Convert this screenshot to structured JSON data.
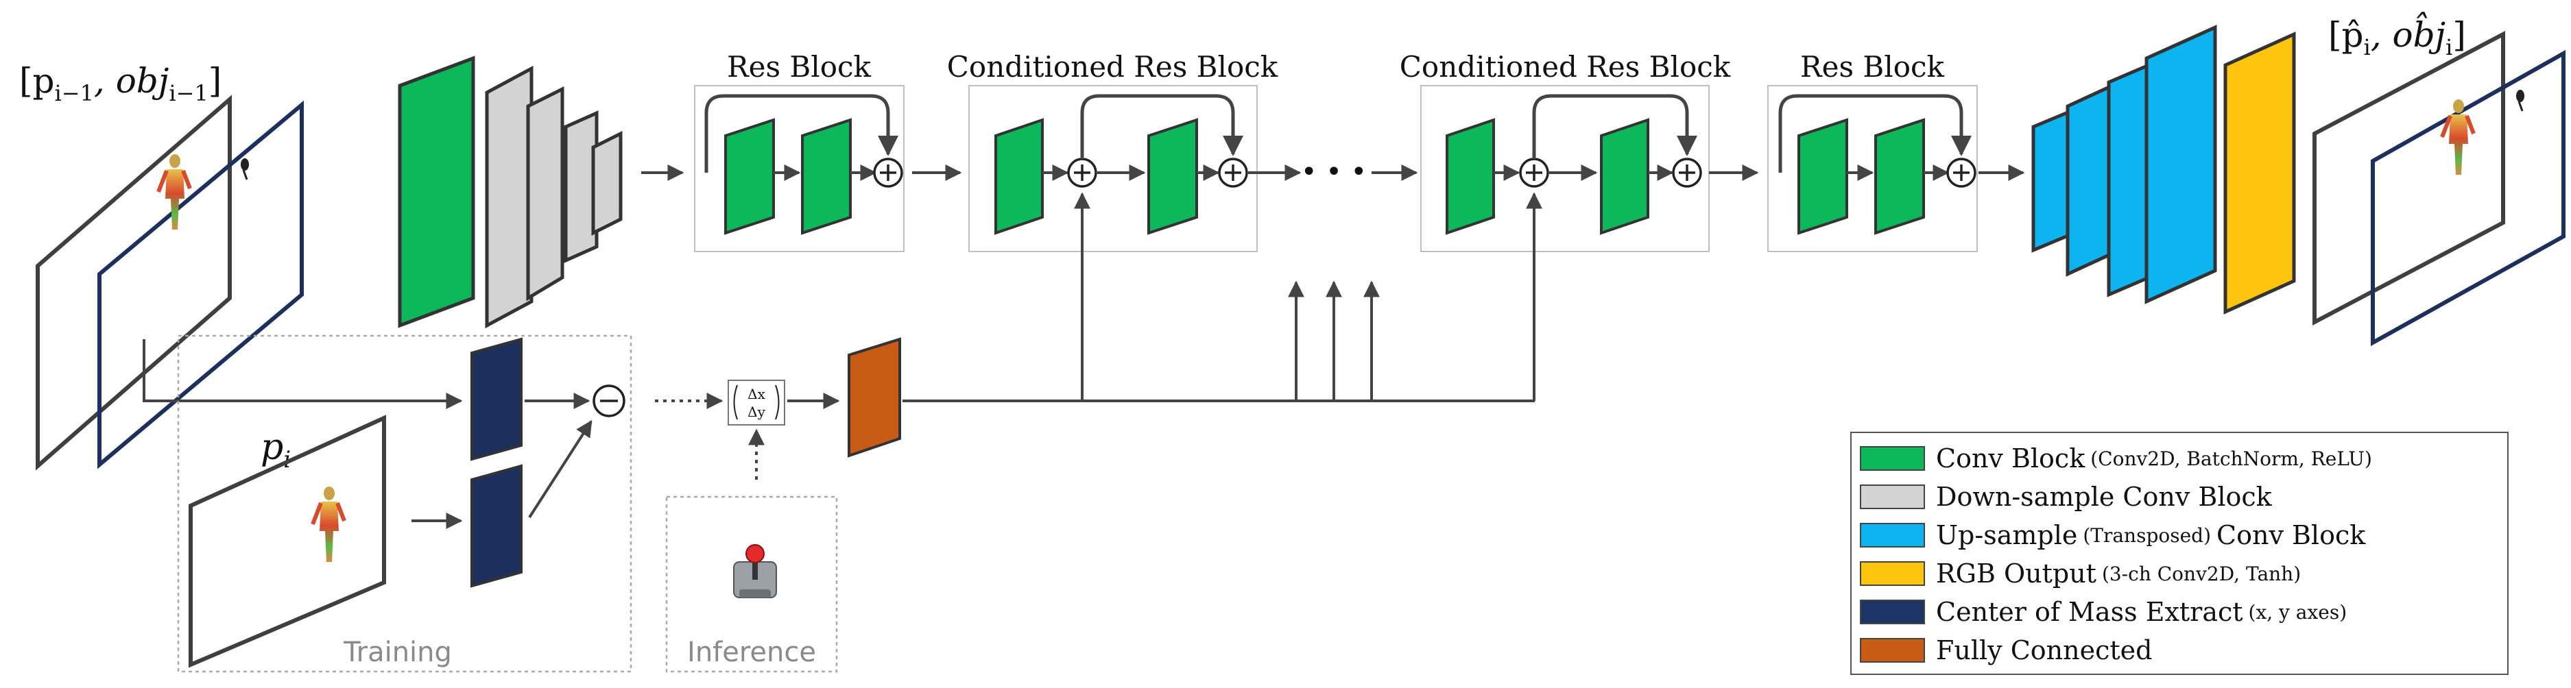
{
  "labels": {
    "prev_input": "[p",
    "prev_input_sub1": "i−1",
    "prev_input_mid": ", obj",
    "prev_input_sub2": "i−1",
    "prev_input_end": "]",
    "output_label": "[p̂",
    "output_sub1": "i",
    "output_mid": ", ob̂j",
    "output_sub2": "i",
    "output_end": "]",
    "p_i": "p",
    "p_i_sub": "i",
    "res_block_1": "Res Block",
    "cond_res_block_1": "Conditioned Res Block",
    "cond_res_block_2": "Conditioned Res Block",
    "res_block_2": "Res Block",
    "training": "Training",
    "inference": "Inference",
    "delta_top": "Δx",
    "delta_bottom": "Δy",
    "ellipsis": "• • •",
    "plus": "+",
    "minus": "−"
  },
  "legend": [
    {
      "label": "Conv Block",
      "detail": "(Conv2D, BatchNorm, ReLU)",
      "rest": "",
      "color": "#0cb85a"
    },
    {
      "label": "Down-sample Conv Block",
      "detail": "",
      "rest": "",
      "color": "#d3d3d3"
    },
    {
      "label": "Up-sample",
      "detail": "(Transposed)",
      "rest": "Conv Block",
      "color": "#0eb4ef"
    },
    {
      "label": "RGB Output",
      "detail": "(3-ch Conv2D, Tanh)",
      "rest": "",
      "color": "#ffc40d"
    },
    {
      "label": "Center of Mass Extract",
      "detail": "(x, y axes)",
      "rest": "",
      "color": "#1d3566"
    },
    {
      "label": "Fully Connected",
      "detail": "",
      "rest": "",
      "color": "#c85c17"
    }
  ],
  "colors": {
    "conv": "#0cb85a",
    "downsample": "#d3d3d3",
    "upsample": "#0eb4ef",
    "rgb": "#ffc40d",
    "com": "#1d3566",
    "fc": "#c85c17",
    "frame_dark": "#3f3f3f",
    "frame_navy": "#1d2f5c"
  }
}
